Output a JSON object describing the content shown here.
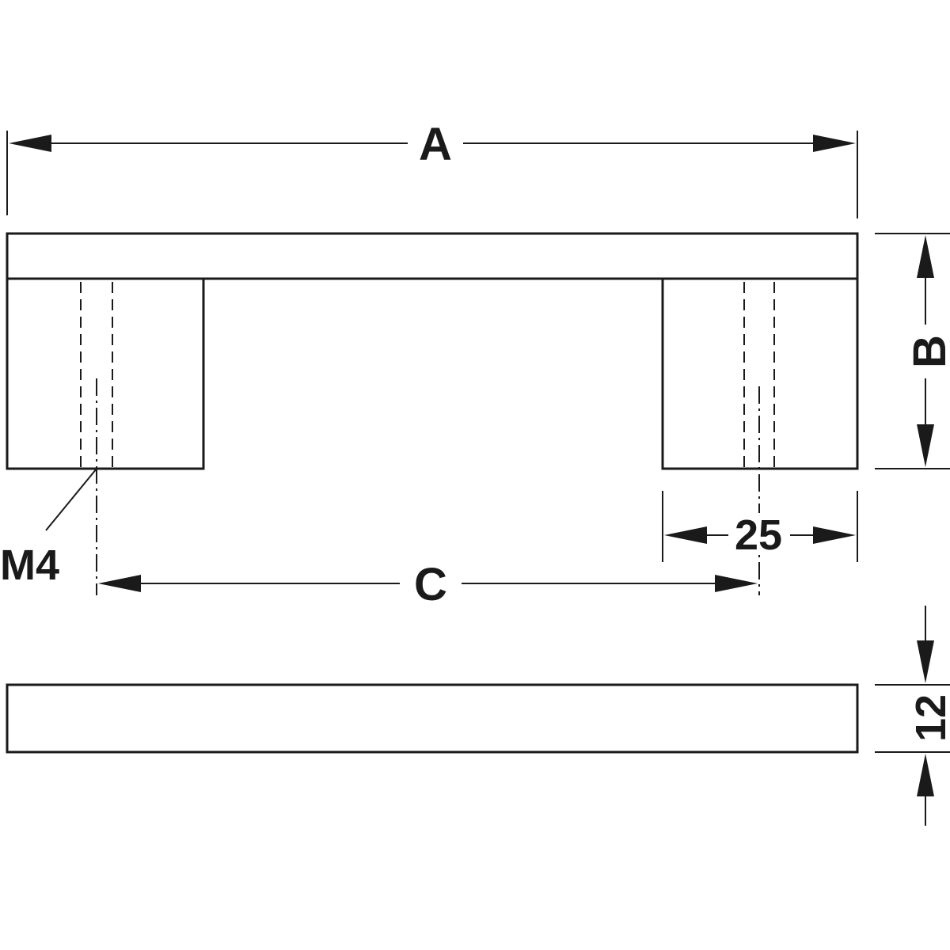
{
  "dimensions": {
    "overall_length": "A",
    "height": "B",
    "hole_centres": "C",
    "foot_width": "25",
    "thickness": "12",
    "thread": "M4"
  },
  "colors": {
    "line": "#1a1a1a",
    "background": "#ffffff"
  }
}
